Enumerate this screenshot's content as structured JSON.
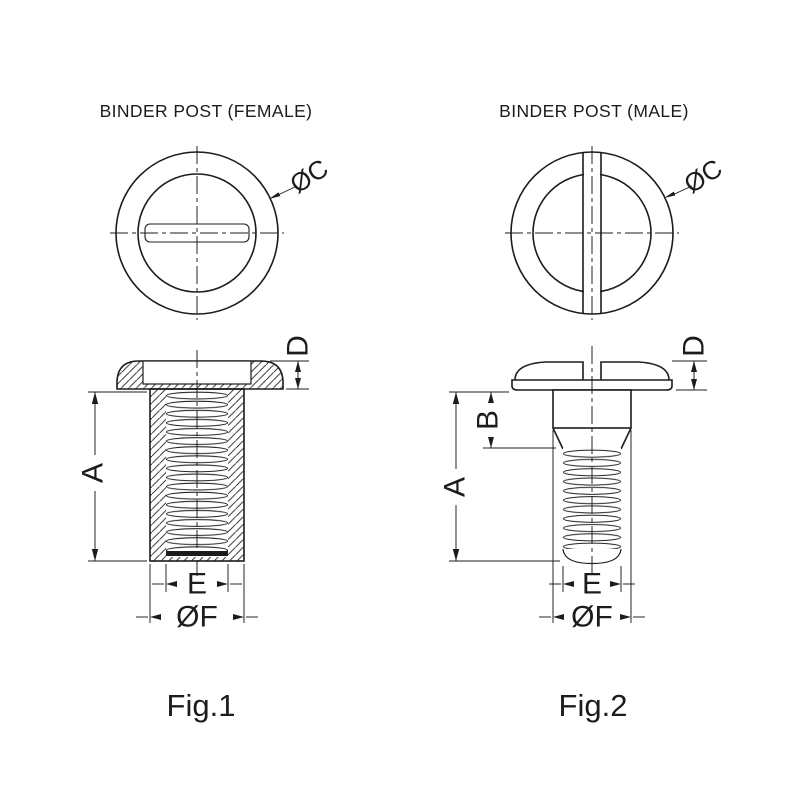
{
  "drawing": {
    "background": "#ffffff",
    "line_color": "#1c1c1c",
    "figures": [
      {
        "id": "binder-post-female",
        "title": "BINDER POST (FEMALE)",
        "caption": "Fig.1",
        "labels": {
          "top_diameter": "ØC",
          "body_length": "A",
          "head_height": "D",
          "thread_width": "E",
          "body_diameter": "ØF"
        }
      },
      {
        "id": "binder-post-male",
        "title": "BINDER POST (MALE)",
        "caption": "Fig.2",
        "labels": {
          "top_diameter": "ØC",
          "overall_length": "A",
          "shoulder_length": "B",
          "head_height": "D",
          "thread_width": "E",
          "shoulder_diameter": "ØF"
        }
      }
    ]
  }
}
